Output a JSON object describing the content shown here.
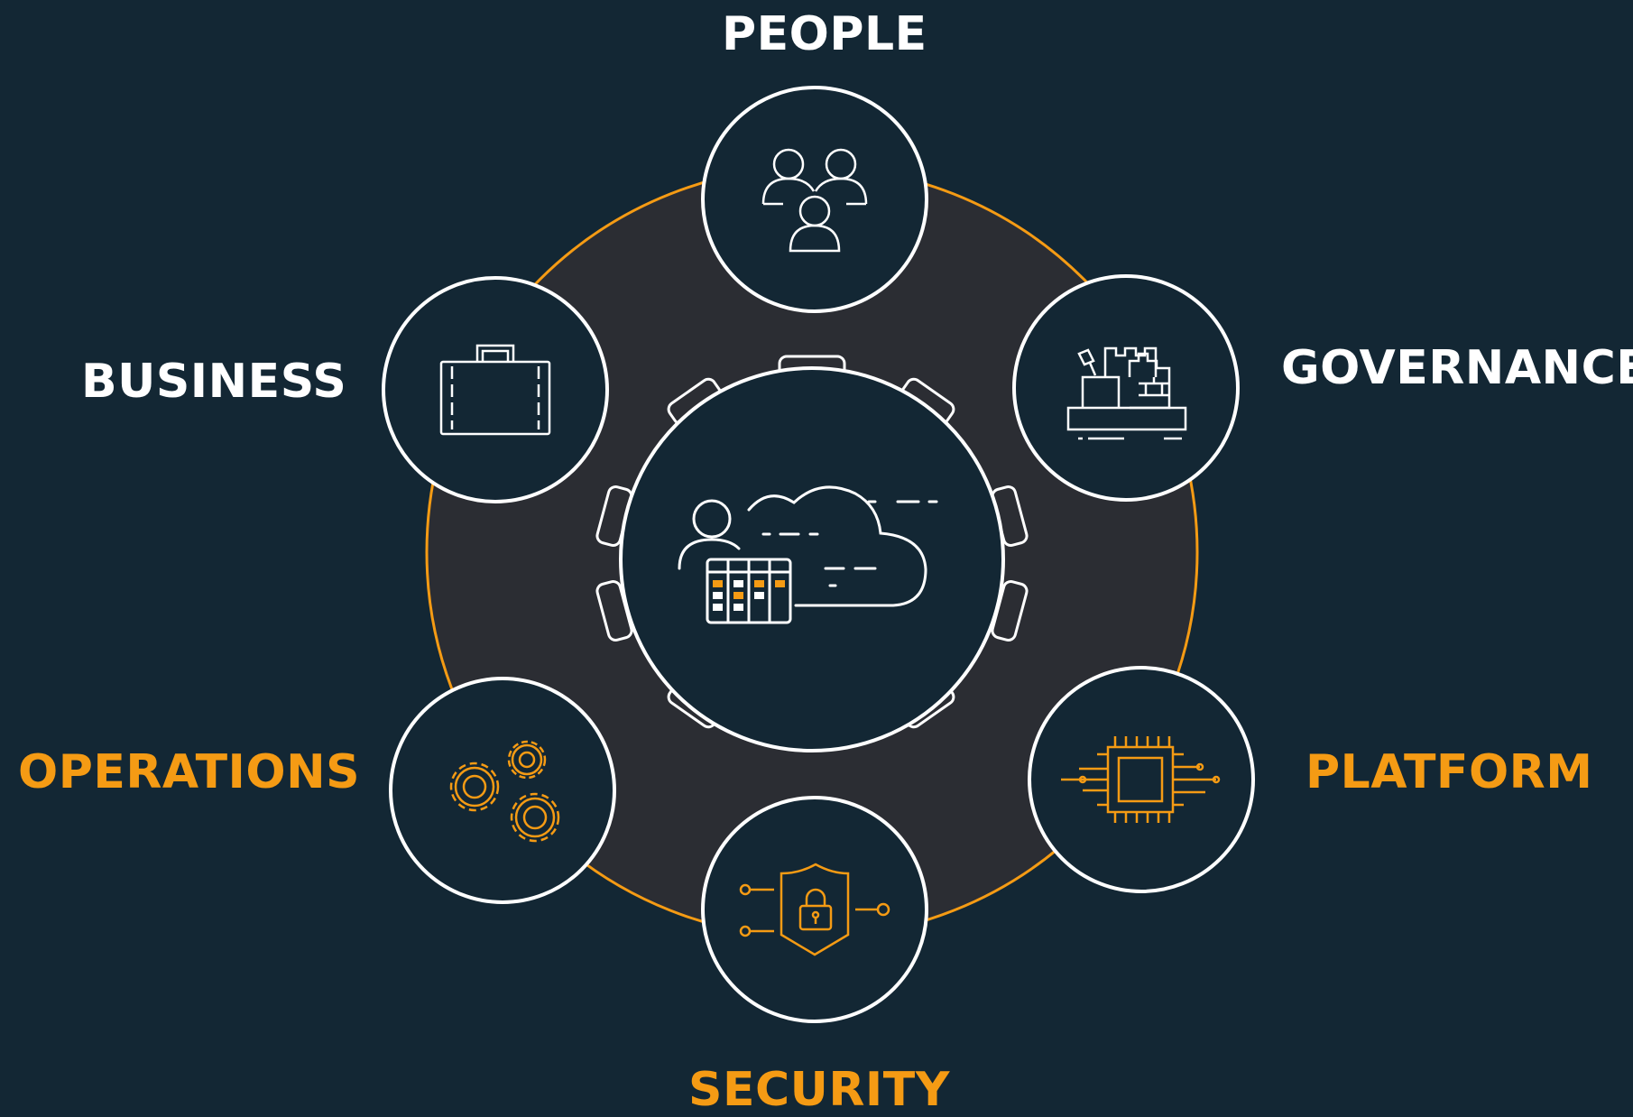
{
  "colors": {
    "background": "#132734",
    "ring_fill": "#2b2d33",
    "ring_stroke": "#f59b14",
    "circle_fill": "#132734",
    "white": "#ffffff",
    "orange": "#f59b14"
  },
  "labels": {
    "people": "PEOPLE",
    "governance": "GOVERNANCE",
    "platform": "PLATFORM",
    "security": "SECURITY",
    "operations": "OPERATIONS",
    "business": "BUSINESS"
  },
  "label_colors": {
    "people": "#ffffff",
    "governance": "#ffffff",
    "platform": "#f59b14",
    "security": "#f59b14",
    "operations": "#f59b14",
    "business": "#ffffff"
  },
  "icons": {
    "people": "people-group-icon",
    "governance": "castle-sandbox-icon",
    "platform": "chip-icon",
    "security": "shield-lock-icon",
    "operations": "gears-icon",
    "business": "briefcase-icon",
    "center": "cloud-user-calendar-icon"
  }
}
